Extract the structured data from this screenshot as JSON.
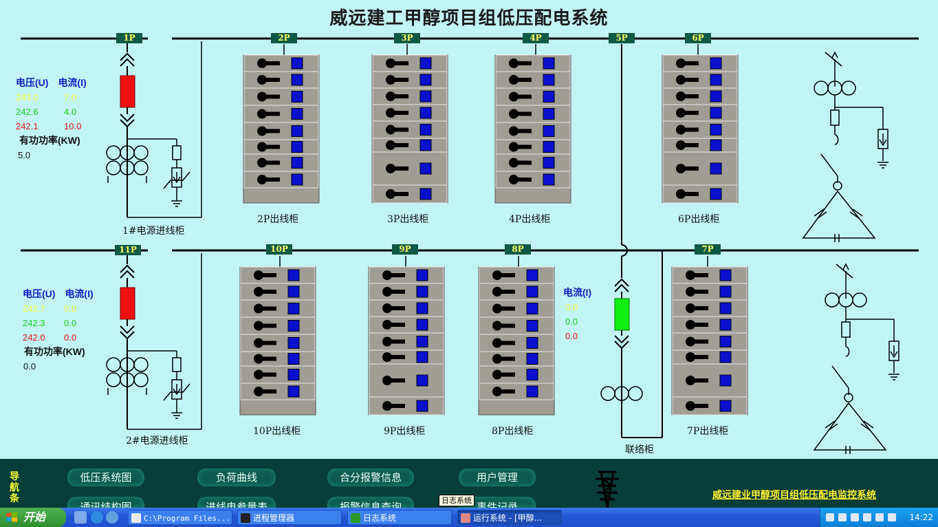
{
  "title": "威远建工甲醇项目组低压配电系统",
  "tags_top": [
    "1P",
    "2P",
    "3P",
    "4P",
    "5P",
    "6P"
  ],
  "tags_bot": [
    "11P",
    "10P",
    "9P",
    "8P",
    "7P"
  ],
  "labels": {
    "in1": "1#电源进线柜",
    "in2": "2#电源进线柜",
    "c2": "2P出线柜",
    "c3": "3P出线柜",
    "c4": "4P出线柜",
    "c6": "6P出线柜",
    "c10": "10P出线柜",
    "c9": "9P出线柜",
    "c8": "8P出线柜",
    "c7": "7P出线柜",
    "tie": "联络柜"
  },
  "meas1": {
    "voltage_hdr": "电压(U)",
    "current_hdr": "电流(I)",
    "u": [
      "243.0",
      "242.6",
      "242.1"
    ],
    "i": [
      "7.0",
      "4.0",
      "10.0"
    ],
    "power_hdr": "有功功率(KW)",
    "power": "5.0"
  },
  "meas2": {
    "voltage_hdr": "电压(U)",
    "current_hdr": "电流(I)",
    "u": [
      "242.7",
      "242.3",
      "242.0"
    ],
    "i": [
      "0.0",
      "0.0",
      "0.0"
    ],
    "power_hdr": "有功功率(KW)",
    "power": "0.0"
  },
  "meas_tie": {
    "current_hdr": "电流(I)",
    "i": [
      "0.0",
      "0.0",
      "0.0"
    ]
  },
  "colors": {
    "bg": "#c3f4f4",
    "cabinet": "#a09d94",
    "breaker_red": "#ee1111",
    "breaker_green": "#11ee11",
    "switch_blue": "#0a10cc"
  },
  "nav": {
    "title": "导航条",
    "buttons": [
      "低压系统图",
      "负荷曲线",
      "合分报警信息",
      "用户管理"
    ],
    "buttons2": [
      "通讯结构图",
      "进线电参量表",
      "报警信息查询",
      "事件记录"
    ],
    "brand": "威远建业甲醇项目组低压配电监控系统",
    "tooltip": "日志系统"
  },
  "taskbar": {
    "start": "开始",
    "tasks": [
      "C:\\Program Files...",
      "进程管理器",
      "日志系统",
      "运行系统 - [甲醇..."
    ],
    "clock": "14:22"
  }
}
